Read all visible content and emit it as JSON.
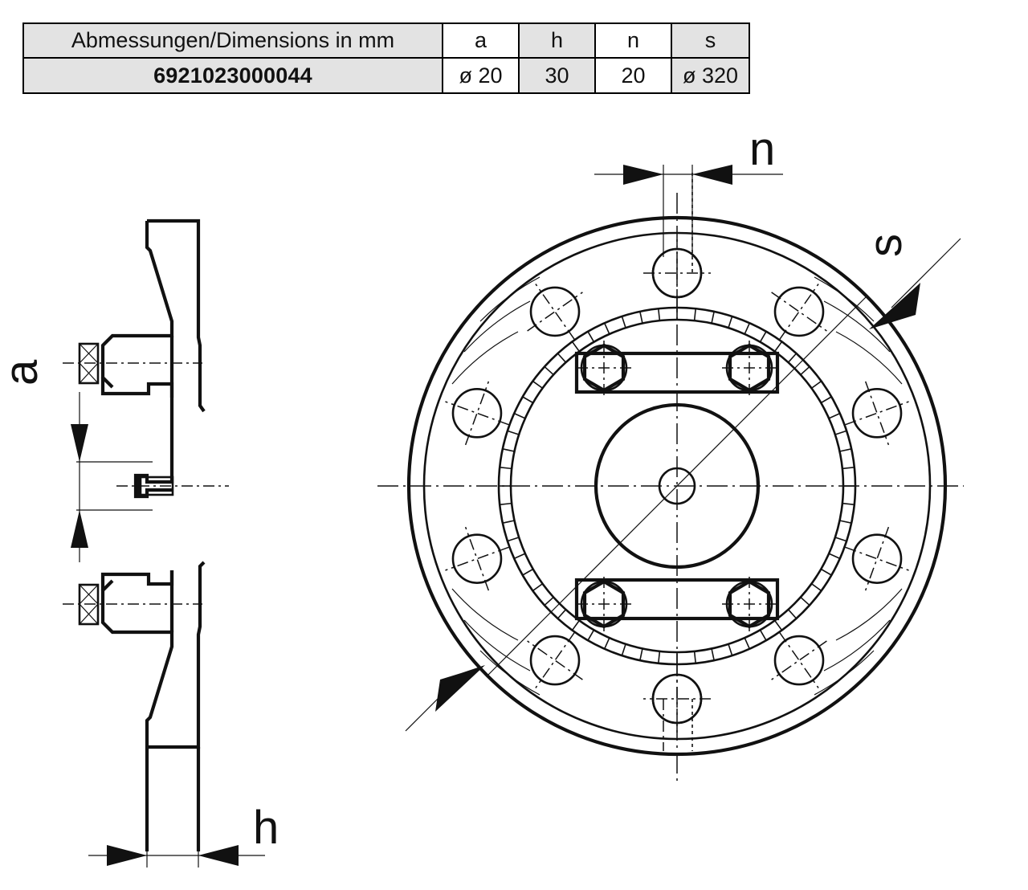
{
  "table": {
    "header": {
      "description": "Abmessungen/Dimensions in mm",
      "cols": [
        "a",
        "h",
        "n",
        "s"
      ]
    },
    "rows": [
      {
        "part_number": "6921023000044",
        "values": [
          "ø 20",
          "30",
          "20",
          "ø 320"
        ]
      }
    ]
  },
  "drawing": {
    "labels": {
      "a": "a",
      "h": "h",
      "n": "n",
      "s": "s"
    },
    "views": {
      "side_view": "side-section-view",
      "front_view": "front-view"
    },
    "icons": {
      "dimension_arrow": "dimension-arrow-icon",
      "leader_arrow": "leader-arrow-icon",
      "centerline": "centerline-icon",
      "hex_bolt": "hex-bolt-icon",
      "bolt_hole": "bolt-hole-icon",
      "knurled_ring": "knurled-ring-icon"
    },
    "colors": {
      "line": "#111111",
      "background": "#ffffff",
      "table_shade": "#e3e3e3"
    }
  }
}
